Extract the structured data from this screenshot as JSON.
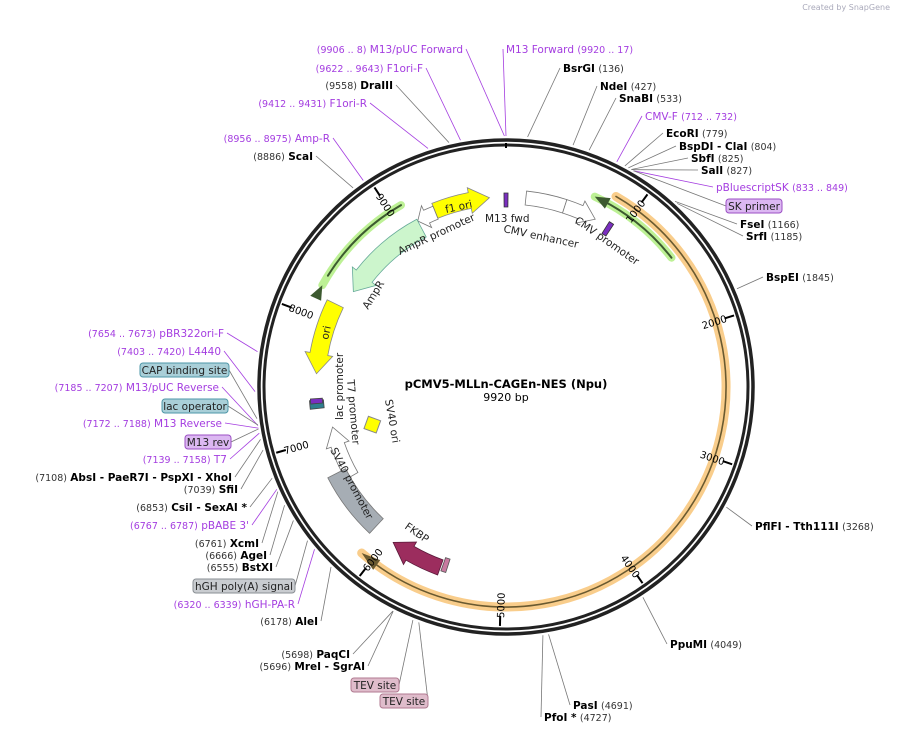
{
  "watermark": "Created by SnapGene",
  "title": "pCMV5-MLLn-CAGEn-NES (Npu)",
  "length": "9920 bp",
  "ticks": [
    "1000",
    "2000",
    "3000",
    "4000",
    "5000",
    "6000",
    "7000",
    "8000",
    "9000"
  ],
  "sites": [
    {
      "name": "BsrGI",
      "pos": "(136)",
      "bp": 136
    },
    {
      "name": "NdeI",
      "pos": "(427)",
      "bp": 427
    },
    {
      "name": "SnaBI",
      "pos": "(533)",
      "bp": 533
    },
    {
      "name": "EcoRI",
      "pos": "(779)",
      "bp": 779
    },
    {
      "name": "BspDI  - ClaI",
      "pos": "(804)",
      "bp": 804
    },
    {
      "name": "SbfI",
      "pos": "(825)",
      "bp": 825
    },
    {
      "name": "SalI",
      "pos": "(827)",
      "bp": 827
    },
    {
      "name": "FseI",
      "pos": "(1166)",
      "bp": 1166
    },
    {
      "name": "SrfI",
      "pos": "(1185)",
      "bp": 1185
    },
    {
      "name": "BspEI",
      "pos": "(1845)",
      "bp": 1845
    },
    {
      "name": "PflFI  - Tth111I",
      "pos": "(3268)",
      "bp": 3268
    },
    {
      "name": "PpuMI",
      "pos": "(4049)",
      "bp": 4049
    },
    {
      "name": "PasI",
      "pos": "(4691)",
      "bp": 4691
    },
    {
      "name": "PfoI *",
      "pos": "(4727)",
      "bp": 4727
    },
    {
      "name": "DraIII",
      "pos": "(9558)",
      "bp": 9558
    },
    {
      "name": "ScaI",
      "pos": "(8886)",
      "bp": 8886
    },
    {
      "name": "AbsI  - PaeR7I  - PspXI  - XhoI",
      "pos": "(7108)",
      "bp": 7108
    },
    {
      "name": "SfiI",
      "pos": "(7039)",
      "bp": 7039
    },
    {
      "name": "CsiI  - SexAI *",
      "pos": "(6853)",
      "bp": 6853
    },
    {
      "name": "XcmI",
      "pos": "(6761)",
      "bp": 6761
    },
    {
      "name": "AgeI",
      "pos": "(6666)",
      "bp": 6666
    },
    {
      "name": "BstXI",
      "pos": "(6555)",
      "bp": 6555
    },
    {
      "name": "AleI",
      "pos": "(6178)",
      "bp": 6178
    },
    {
      "name": "PaqCI",
      "pos": "(5698)",
      "bp": 5698
    },
    {
      "name": "MreI  - SgrAI",
      "pos": "(5696)",
      "bp": 5696
    }
  ],
  "primers": [
    {
      "name": "M13 Forward",
      "range": "(9920 .. 17)",
      "bp": 0
    },
    {
      "name": "CMV-F",
      "range": "(712 .. 732)",
      "bp": 722
    },
    {
      "name": "pBluescriptSK",
      "range": "(833 .. 849)",
      "bp": 841
    },
    {
      "name": "M13/pUC Forward",
      "range": "(9906 .. 8)",
      "bp": 9910
    },
    {
      "name": "F1ori-F",
      "range": "(9622 .. 9643)",
      "bp": 9632
    },
    {
      "name": "F1ori-R",
      "range": "(9412 .. 9431)",
      "bp": 9421
    },
    {
      "name": "Amp-R",
      "range": "(8956 .. 8975)",
      "bp": 8965
    },
    {
      "name": "pBR322ori-F",
      "range": "(7654 .. 7673)",
      "bp": 7663
    },
    {
      "name": "L4440",
      "range": "(7403 .. 7420)",
      "bp": 7411
    },
    {
      "name": "M13/pUC Reverse",
      "range": "(7185 .. 7207)",
      "bp": 7196
    },
    {
      "name": "M13 Reverse",
      "range": "(7172 .. 7188)",
      "bp": 7180
    },
    {
      "name": "T7",
      "range": "(7139 .. 7158)",
      "bp": 7148
    },
    {
      "name": "pBABE 3'",
      "range": "(6767 .. 6787)",
      "bp": 6777
    },
    {
      "name": "hGH-PA-R",
      "range": "(6320 .. 6339)",
      "bp": 6330
    }
  ],
  "boxed_features": [
    {
      "label": "SK primer",
      "color": "#dcb8f2",
      "border": "#9b4fc4",
      "bp": 841
    },
    {
      "label": "CAP binding site",
      "color": "#a9cfd8",
      "border": "#4e97a8",
      "bp": 7240
    },
    {
      "label": "lac operator",
      "color": "#a9cfd8",
      "border": "#4e97a8",
      "bp": 7200
    },
    {
      "label": "M13 rev",
      "color": "#dcb8f2",
      "border": "#9b4fc4",
      "bp": 7175
    },
    {
      "label": "hGH poly(A) signal",
      "color": "#c9ccd0",
      "border": "#8a8f94",
      "bp": 6400
    },
    {
      "label": "TEV site",
      "color": "#dfbccb",
      "border": "#b07a90",
      "bp": 5560
    },
    {
      "label": "TEV site",
      "color": "#dfbccb",
      "border": "#b07a90",
      "bp": 5520
    }
  ],
  "features": [
    {
      "label": "M13 fwd"
    },
    {
      "label": "CMV enhancer"
    },
    {
      "label": "CMV promoter"
    },
    {
      "label": "AmpR promoter"
    },
    {
      "label": "AmpR"
    },
    {
      "label": "f1 ori"
    },
    {
      "label": "ori"
    },
    {
      "label": "lac promoter"
    },
    {
      "label": "T7 promoter"
    },
    {
      "label": "SV40 promoter"
    },
    {
      "label": "SV40 ori"
    },
    {
      "label": "FKBP"
    }
  ],
  "colors": {
    "primer": "#a43de0",
    "yellow": "#ffff00",
    "ampr": "#ccf5cc",
    "orange": "#f8c477",
    "green": "#b6ef8a",
    "grey": "#a6adb4",
    "fkbp": "#9c2d5e"
  }
}
